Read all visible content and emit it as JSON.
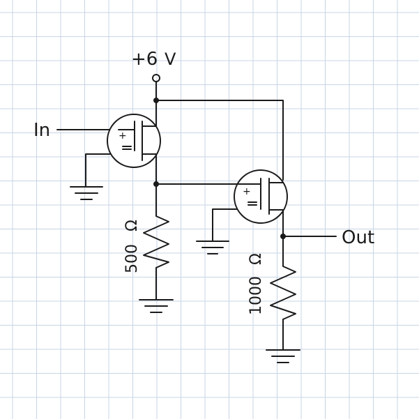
{
  "supply": {
    "label": "+6",
    "unit": "V"
  },
  "input": {
    "label": "In"
  },
  "output": {
    "label": "Out"
  },
  "resistors": [
    {
      "value": "500",
      "unit": "Ω"
    },
    {
      "value": "1000",
      "unit": "Ω"
    }
  ],
  "transistors": [
    {
      "polarity_mark": "+"
    },
    {
      "polarity_mark": "+"
    }
  ],
  "colors": {
    "grid": "#c8d4e4",
    "ink": "#1a1a1a",
    "paper": "#ffffff"
  }
}
